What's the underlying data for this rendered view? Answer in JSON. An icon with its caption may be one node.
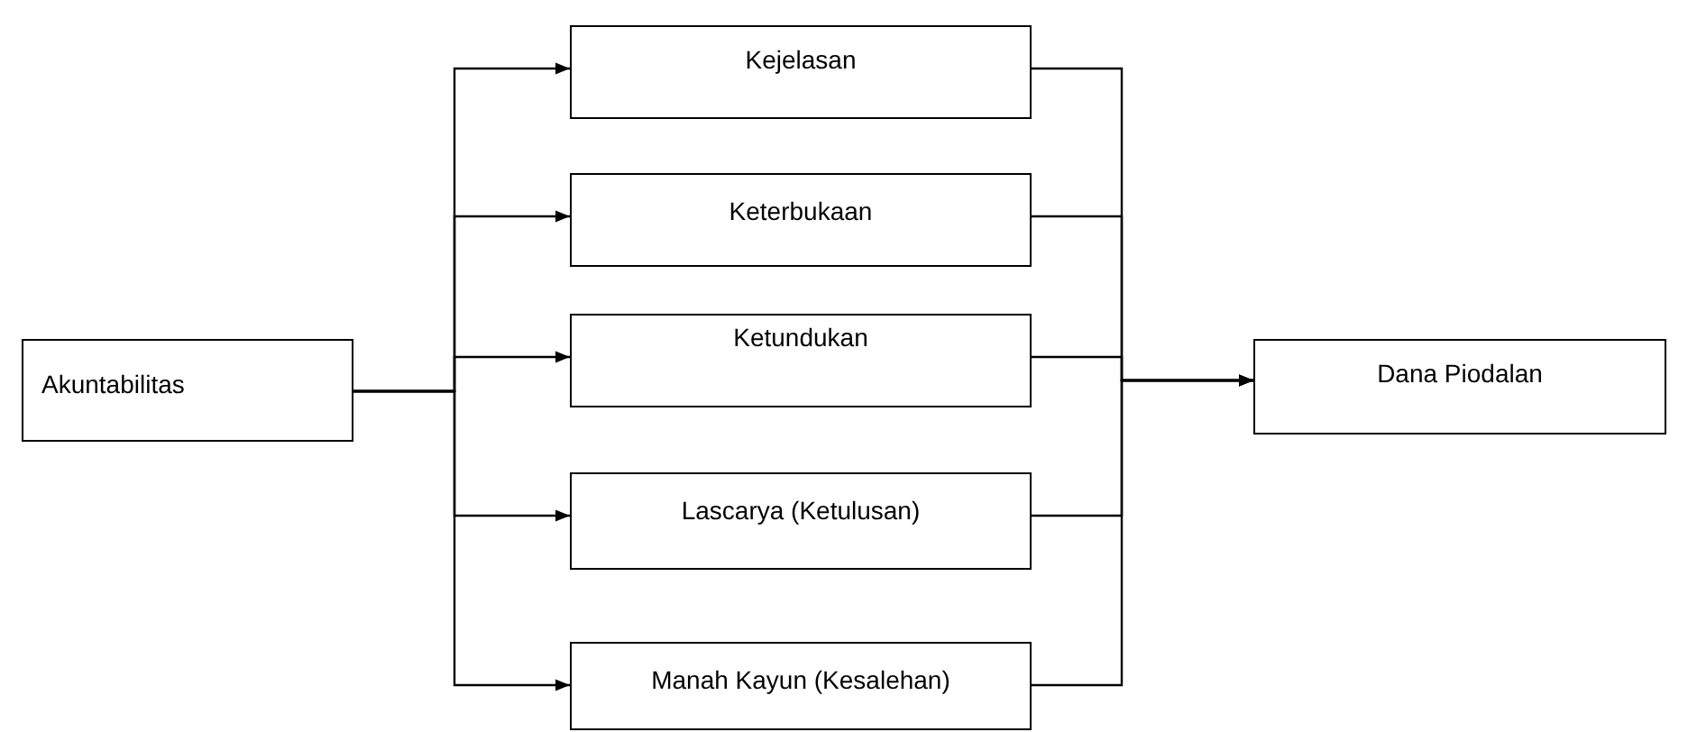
{
  "diagram": {
    "nodes": [
      {
        "text": [
          "Akuntabilitas"
        ]
      },
      {
        "text": [
          "Kejelasan"
        ]
      },
      {
        "text": [
          "Keterbukaan"
        ]
      },
      {
        "text": [
          "Ketundukan"
        ]
      },
      {
        "text": [
          "Lascarya (Ketulusan)"
        ]
      },
      {
        "text": [
          "Manah Kayun (Kesalehan)"
        ]
      },
      {
        "text": [
          "Dana Piodalan"
        ]
      }
    ],
    "edges": [
      {
        "from": 0,
        "to": 1,
        "arrow": "to"
      },
      {
        "from": 0,
        "to": 2,
        "arrow": "to"
      },
      {
        "from": 0,
        "to": 3,
        "arrow": "to"
      },
      {
        "from": 0,
        "to": 4,
        "arrow": "to"
      },
      {
        "from": 0,
        "to": 5,
        "arrow": "to"
      },
      {
        "from": 1,
        "to": 6,
        "arrow": "to"
      },
      {
        "from": 2,
        "to": 6,
        "arrow": "to"
      },
      {
        "from": 3,
        "to": 6,
        "arrow": "to"
      },
      {
        "from": 4,
        "to": 6,
        "arrow": "to"
      },
      {
        "from": 5,
        "to": 6,
        "arrow": "to"
      }
    ]
  }
}
